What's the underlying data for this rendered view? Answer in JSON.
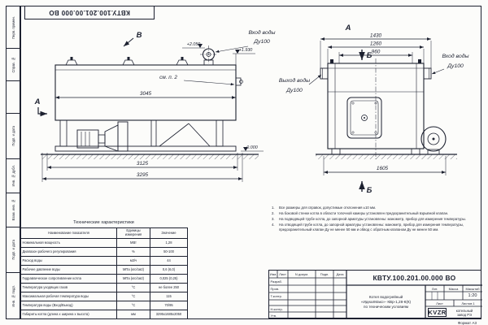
{
  "colors": {
    "ink": "#1d2130",
    "paper": "#fcfcfa"
  },
  "stamp_top": {
    "doc_number": "КВТУ.100.201.00.000 ВО"
  },
  "margin": {
    "labels": [
      "Перв. примен.",
      "Справ. №",
      "Подп. и дата",
      "Инв. № дубл.",
      "Взам. инв. №",
      "Подп. и дата",
      "Инв. № подл."
    ]
  },
  "views": {
    "side": {
      "marker_a": "А",
      "marker_b": "В",
      "see_note": "см. п. 2",
      "dims": {
        "d3045": "3045",
        "d3125": "3125",
        "d3295": "3295"
      },
      "elev": {
        "top": "+2.050",
        "mid": "+1.930",
        "zero": "0.000"
      }
    },
    "front": {
      "view_label": "А",
      "sec_top": "Б",
      "sec_bottom": "Б",
      "dims": {
        "d1430": "1430",
        "d1260": "1260",
        "d960": "960",
        "d1605": "1605"
      }
    },
    "labels": {
      "inlet_top": {
        "l1": "Вход воды",
        "l2": "Ду100"
      },
      "outlet": {
        "l1": "Выход воды",
        "l2": "Ду100"
      },
      "inlet_right": {
        "l1": "Вход воды",
        "l2": "Ду100"
      }
    }
  },
  "notes": {
    "nums": [
      "1.",
      "2.",
      "3.",
      "4."
    ],
    "items": [
      "Все размеры для справок, допустимые отклонения ±10 мм.",
      "На боковой стенке котла в области топочной камеры установлен предохранительный взрывной клапан.",
      "На подводящей трубе котла, до запорной арматуры установлены: манометр, прибор для измерения температуры.",
      "На отводящей трубе котла, до запорной арматуры установлены: манометр, прибор для измерения температуры, предохранительный клапан Ду не менее 50 мм и обвод с обратным клапаном Ду не менее 50 мм."
    ]
  },
  "tech_table": {
    "title": "Технические характеристики",
    "headers": [
      "Наименование показателя",
      "Единицы измерения",
      "Значение"
    ],
    "rows": [
      [
        "Номинальная мощность",
        "МВт",
        "1,28"
      ],
      [
        "Диапазон рабочего регулирования",
        "%",
        "50-100"
      ],
      [
        "Расход воды",
        "м3/ч",
        "44"
      ],
      [
        "Рабочее давление воды",
        "МПа (кгс/см2)",
        "0,6 (6,0)"
      ],
      [
        "Гидравлическое сопротивление котла",
        "МПа (кгс/см2)",
        "0,025 (0,25)"
      ],
      [
        "Температура уходящих газов",
        "°С",
        "не более 250"
      ],
      [
        "Максимальная рабочая температура воды",
        "°С",
        "115"
      ],
      [
        "Температура воды (Вход/Выход)",
        "°С",
        "70/95"
      ],
      [
        "Габариты котла (длина х ширина х высота)",
        "мм",
        "3295х1685х2050"
      ]
    ]
  },
  "title_block": {
    "doc_number": "КВТУ.100.201.00.000 ВО",
    "product_line1": "Котел водогрейный",
    "product_line2": "«ИдеалМакс»- КВр-1,28-К(К)",
    "product_line3": "по техническим условиям",
    "col_izm": "Изм.",
    "col_list": "Лист",
    "col_doc": "N докум.",
    "col_sign": "Подп.",
    "col_date": "Дата",
    "roles": [
      "Разраб.",
      "Пров.",
      "Т.контр.",
      "Н.контр.",
      "Утв."
    ],
    "lit_label": "Лит.",
    "mass_label": "Масса",
    "scale_label": "Масштаб",
    "scale_value": "1:20",
    "sheet_label": "Лист",
    "sheets_label": "Листов 1",
    "logo": "KVZR",
    "company_line1": "котельный",
    "company_line2": "завод РЭ"
  },
  "footer": {
    "format": "Формат А3"
  }
}
